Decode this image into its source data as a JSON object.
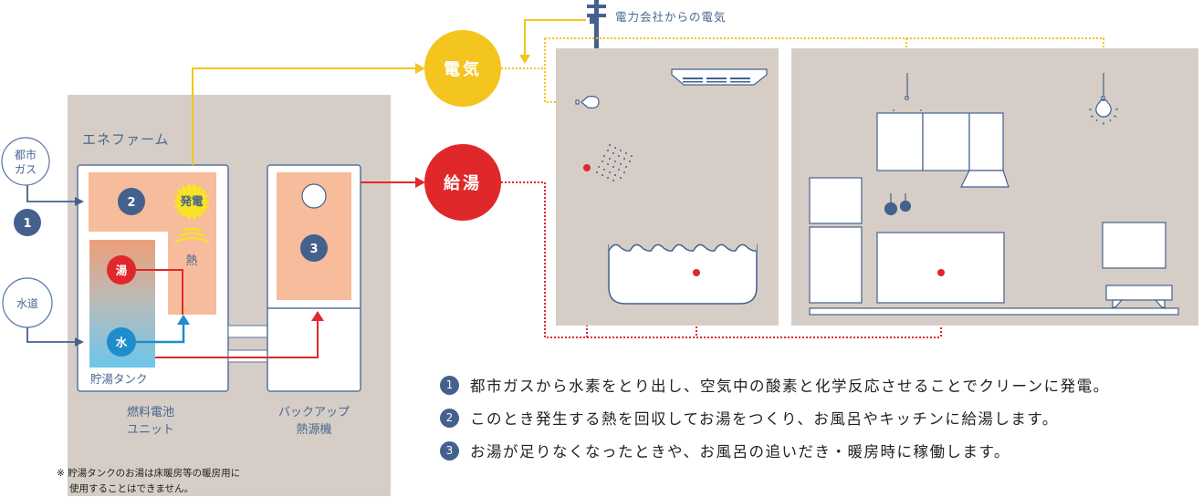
{
  "colors": {
    "navy": "#44618e",
    "yellow": "#f4c41f",
    "red": "#e0282a",
    "beige": "#d6cec6",
    "peach": "#f6bc9c",
    "sun": "#f8e324"
  },
  "power_company_label": "電力会社からの電気",
  "inputs": {
    "gas": {
      "line1": "都市",
      "line2": "ガス"
    },
    "water": {
      "label": "水道"
    }
  },
  "enefarm": {
    "title": "エネファーム",
    "fuel_cell": {
      "label_line1": "燃料電池",
      "label_line2": "ユニット",
      "generation_badge": "発電",
      "heat_label": "熱",
      "tank_label": "貯湯タンク",
      "hot_water": "湯",
      "cold_water": "水",
      "step_marker": "2"
    },
    "backup": {
      "label_line1": "バックアップ",
      "label_line2": "熱源機",
      "step_marker": "3"
    }
  },
  "gas_step_marker": "1",
  "outputs": {
    "electricity": "電気",
    "hot_water_supply": "給湯"
  },
  "steps": [
    {
      "num": "1",
      "text": "都市ガスから水素をとり出し、空気中の酸素と化学反応させることでクリーンに発電。"
    },
    {
      "num": "2",
      "text": "このとき発生する熱を回収してお湯をつくり、お風呂やキッチンに給湯します。"
    },
    {
      "num": "3",
      "text": "お湯が足りなくなったときや、お風呂の追いだき・暖房時に稼働します。"
    }
  ],
  "note": {
    "line1": "※ 貯湯タンクのお湯は床暖房等の暖房用に",
    "line2": "使用することはできません。"
  }
}
